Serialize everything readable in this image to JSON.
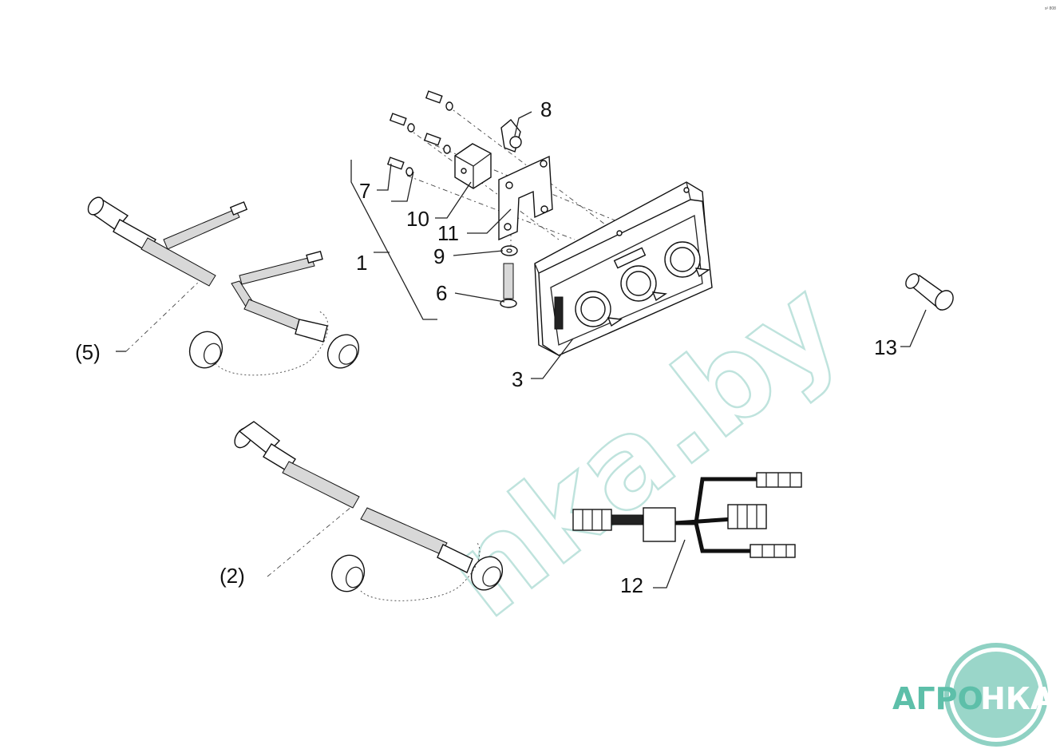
{
  "header": {
    "corner_code": "s² 808"
  },
  "callouts": {
    "c1": "1",
    "c3": "3",
    "c6": "6",
    "c7": "7",
    "c8": "8",
    "c9": "9",
    "c10": "10",
    "c11": "11",
    "c12": "12",
    "c13": "13",
    "c2p": "(2)",
    "c5p": "(5)"
  },
  "watermark": {
    "text": "nka.by"
  },
  "logo": {
    "left": "АГРО",
    "right": "НКА",
    "ring_color": "#8fd1c3",
    "text_color": "#5dbfa9"
  },
  "icons": {
    "control_box": "control-panel-icon",
    "bracket": "mounting-bracket-icon",
    "cable_5": "y-cable-icon",
    "cable_2": "extension-cable-icon",
    "harness_12": "wiring-harness-icon",
    "connector_13": "connector-plug-icon"
  }
}
